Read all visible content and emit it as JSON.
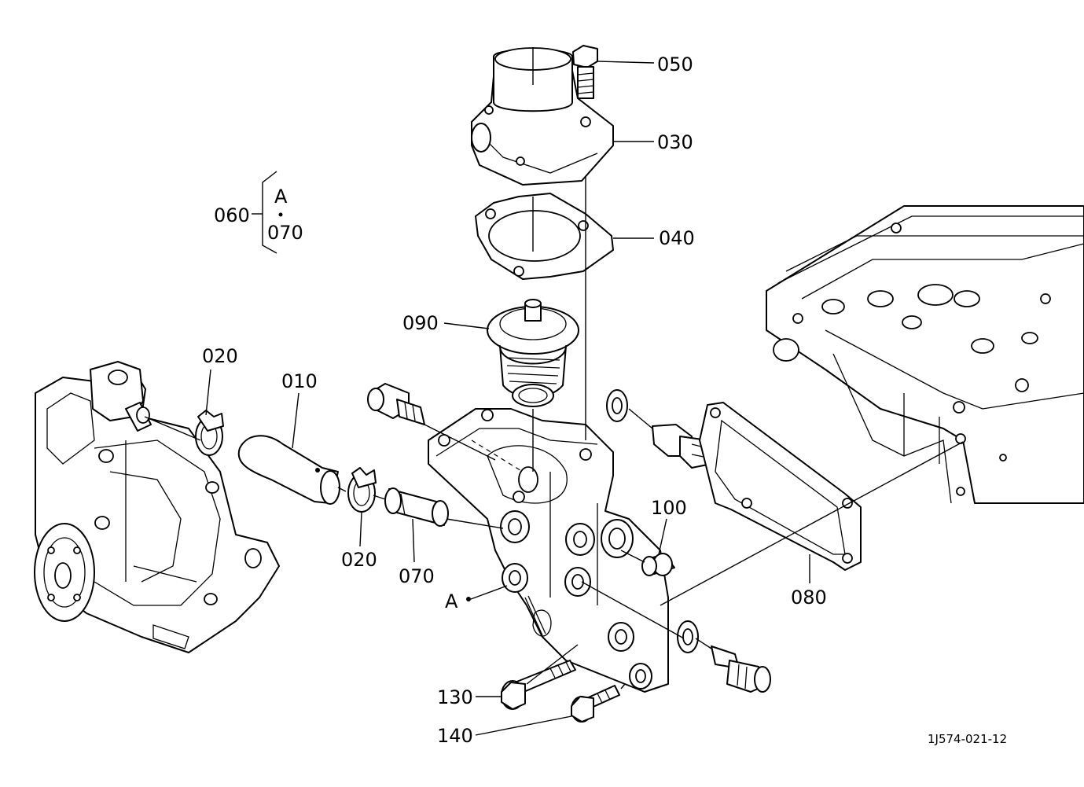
{
  "labels": {
    "p010": "010",
    "p020_upper": "020",
    "p020_lower": "020",
    "p030": "030",
    "p040": "040",
    "p050": "050",
    "p060": "060",
    "p060_a": "A",
    "p060_070": "070",
    "p070": "070",
    "p080": "080",
    "p090": "090",
    "p100": "100",
    "p130": "130",
    "p140": "140",
    "ref_a": "A"
  },
  "drawing_code": "1J574-021-12"
}
